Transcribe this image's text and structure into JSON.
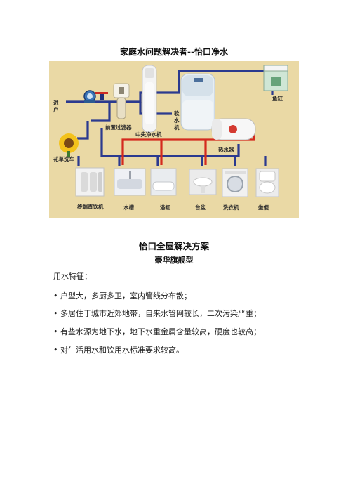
{
  "doc": {
    "title": "家庭水问题解决者--怡口净水",
    "section_title": "怡口全屋解决方案",
    "section_subtitle": "豪华旗舰型",
    "features_heading": "用水特征：",
    "features": [
      "• 户型大，多厨多卫，室内管线分布散；",
      "• 多居住于城市近郊地带，自来水管网较长，二次污染严重；",
      "• 有些水源为地下水，地下水重金属含量较高，硬度也较高；",
      "• 对生活用水和饮用水标准要求较高。"
    ]
  },
  "diagram": {
    "labels": {
      "inlet": "进户",
      "pre_filter": "前置过滤器",
      "central_purifier": "中央净水机",
      "softener": "软水机",
      "fish_tank": "鱼缸",
      "water_heater": "热水器",
      "garden": "花草洗车",
      "dispenser": "终端直饮机",
      "sink": "水槽",
      "bathtub": "浴缸",
      "basin": "台盆",
      "washer": "洗衣机",
      "toilet": "坐便"
    },
    "colors": {
      "background": "#ead9a5",
      "blue_pipe": "#2b3a8f",
      "red_pipe": "#d42a1e"
    }
  }
}
